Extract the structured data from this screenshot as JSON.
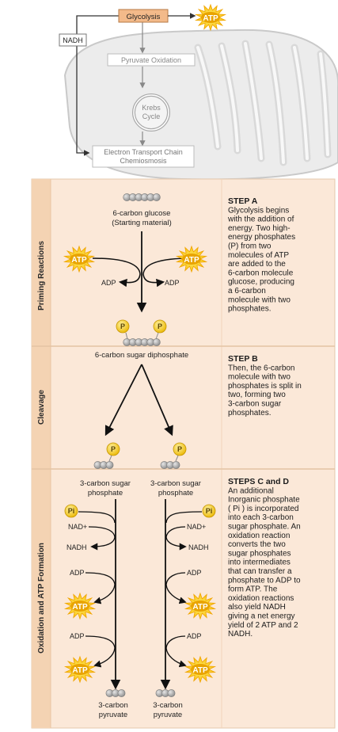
{
  "overview": {
    "glycolysis": "Glycolysis",
    "atp": "ATP",
    "nadh": "NADH",
    "pyruvate_oxidation": "Pyruvate Oxidation",
    "krebs_line1": "Krebs",
    "krebs_line2": "Cycle",
    "etc_line1": "Electron Transport Chain",
    "etc_line2": "Chemiosmosis"
  },
  "priming": {
    "side_label": "Priming Reactions",
    "glucose_line1": "6-carbon glucose",
    "glucose_line2": "(Starting material)",
    "atp_left": "ATP",
    "atp_right": "ATP",
    "adp_left": "ADP",
    "adp_right": "ADP",
    "p_left": "P",
    "p_right": "P",
    "product": "6-carbon sugar diphosphate",
    "step_lines": [
      "STEP A",
      "Glycolysis begins",
      "with the addition of",
      "energy. Two high-",
      "energy phosphates",
      "(P) from two",
      "molecules of ATP",
      "are added to the",
      "6-carbon molecule",
      "glucose, producing",
      "a 6-carbon",
      "molecule with two",
      "phosphates."
    ]
  },
  "cleavage": {
    "side_label": "Cleavage",
    "p_left": "P",
    "p_right": "P",
    "step_lines": [
      "STEP B",
      "Then, the 6-carbon",
      "molecule with two",
      "phosphates is split in",
      "two, forming two",
      "3-carbon sugar",
      "phosphates."
    ]
  },
  "oxidation": {
    "side_label": "Oxidation and ATP Formation",
    "left_product_line1": "3-carbon sugar",
    "left_product_line2": "phosphate",
    "right_product_line1": "3-carbon sugar",
    "right_product_line2": "phosphate",
    "pi": "Pi",
    "nad_left": "NAD+",
    "nad_right": "NAD+",
    "nadh_left": "NADH",
    "nadh_right": "NADH",
    "adp_left_1": "ADP",
    "adp_right_1": "ADP",
    "adp_left_2": "ADP",
    "adp_right_2": "ADP",
    "atp": "ATP",
    "left_pyruvate_line1": "3-carbon",
    "left_pyruvate_line2": "pyruvate",
    "right_pyruvate_line1": "3-carbon",
    "right_pyruvate_line2": "pyruvate",
    "step_lines": [
      "STEPS C and D",
      "An additional",
      "Inorganic phosphate",
      "( Pi ) is incorporated",
      "into each 3-carbon",
      "sugar phosphate. An",
      "oxidation reaction",
      "converts the two",
      "sugar phosphates",
      "into intermediates",
      "that can transfer a",
      "phosphate to ADP to",
      "form ATP. The",
      "oxidation reactions",
      "also yield NADH",
      "giving a net energy",
      "yield of 2 ATP and 2",
      "NADH."
    ]
  },
  "colors": {
    "panel": "#fbe8d8",
    "sidebar": "#f4d3b3",
    "glycolysis_box": "#f3ba8a",
    "atp_burst": "#ffd21a",
    "atp_burst_edge": "#f0a400",
    "phosphate": "#f7cf2a",
    "carbon": "#a9a9a9"
  }
}
